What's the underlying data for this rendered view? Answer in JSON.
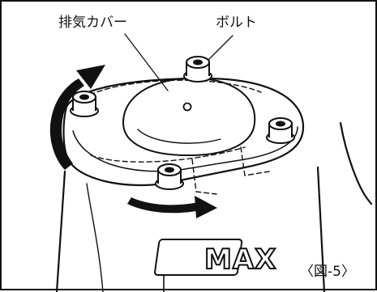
{
  "labels": {
    "exhaust_cover": "排気カバー",
    "bolt": "ボルト",
    "figure_number": "〈図-5〉"
  },
  "logo_text": "MAX",
  "colors": {
    "line": "#111111",
    "background": "#ffffff"
  }
}
